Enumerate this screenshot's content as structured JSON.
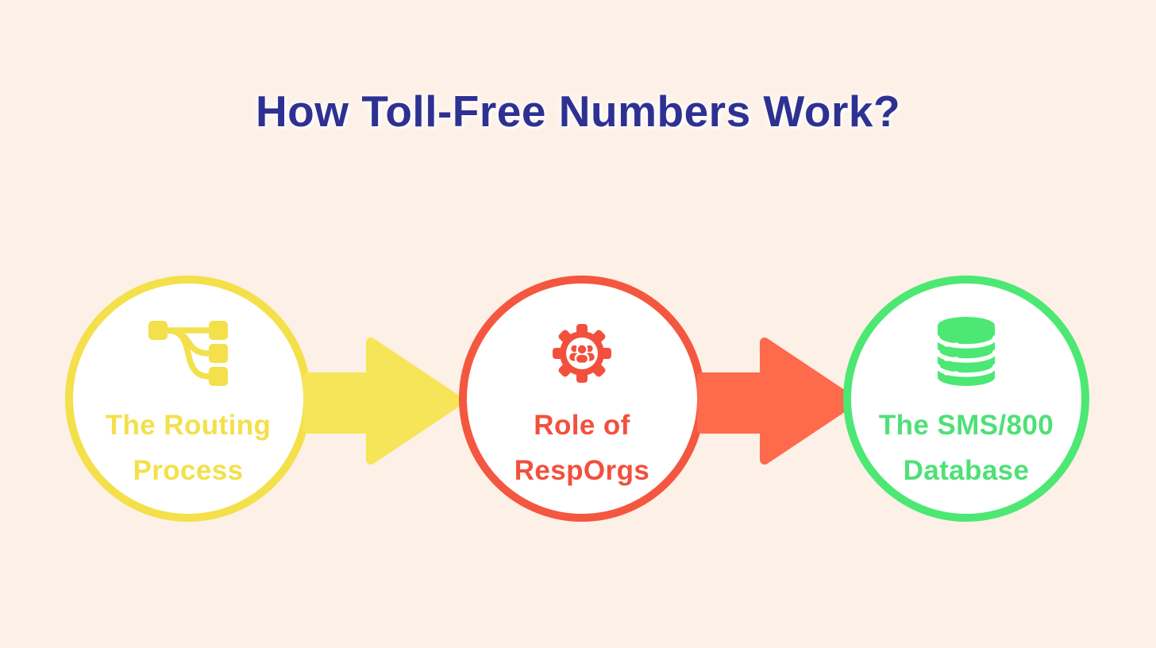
{
  "title": "How Toll-Free Numbers Work?",
  "colors": {
    "background": "#fdf0e6",
    "title": "#2e3192",
    "yellow": "#f3e04b",
    "yellow-bright": "#f6e558",
    "red": "#f4573f",
    "red-deep": "#f2503d",
    "red-bright": "#fd6a4c",
    "green": "#4ce873",
    "green-text": "#4ee077",
    "white": "#ffffff"
  },
  "steps": [
    {
      "icon": "route-icon",
      "lines": [
        "The Routing",
        "Process"
      ]
    },
    {
      "icon": "gear-people-icon",
      "lines": [
        "Role of",
        "RespOrgs"
      ]
    },
    {
      "icon": "database-icon",
      "lines": [
        "The SMS/800",
        "Database"
      ]
    }
  ],
  "arrows": [
    {
      "direction": "right",
      "from": "The Routing Process",
      "to": "Role of RespOrgs"
    },
    {
      "direction": "right",
      "from": "Role of RespOrgs",
      "to": "The SMS/800 Database"
    }
  ]
}
